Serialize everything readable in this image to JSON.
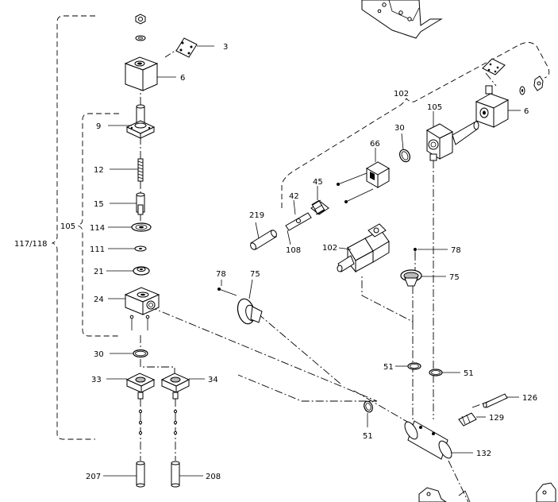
{
  "labels": {
    "l3": "3",
    "l6a": "6",
    "l9": "9",
    "l12": "12",
    "l15": "15",
    "l114": "114",
    "l111": "111",
    "l21": "21",
    "l24": "24",
    "l30a": "30",
    "l33": "33",
    "l34": "34",
    "l207": "207",
    "l208": "208",
    "l105a": "105",
    "l117": "117/118",
    "l102a": "102",
    "l105b": "105",
    "l6b": "6",
    "l30b": "30",
    "l66": "66",
    "l45": "45",
    "l42": "42",
    "l219": "219",
    "l108": "108",
    "l102b": "102",
    "l78a": "78",
    "l75a": "75",
    "l78b": "78",
    "l75b": "75",
    "l51a": "51",
    "l51b": "51",
    "l51c": "51",
    "l126": "126",
    "l129": "129",
    "l132": "132"
  }
}
